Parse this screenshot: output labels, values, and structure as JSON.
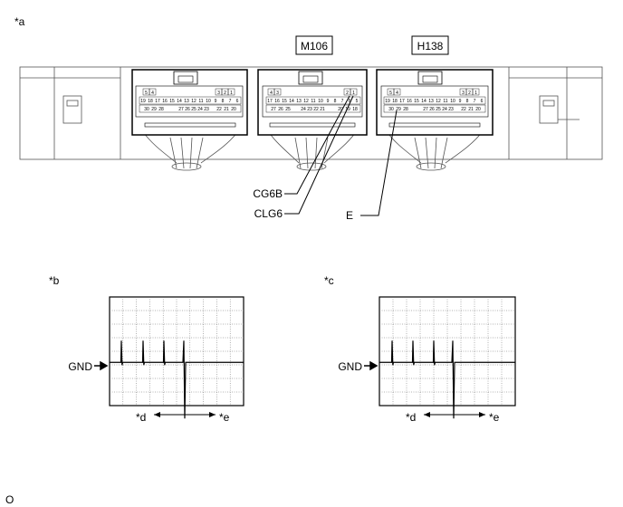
{
  "labels": {
    "a": "*a",
    "b": "*b",
    "c": "*c",
    "d": "*d",
    "e": "*e",
    "footer": "O"
  },
  "connectors": {
    "m106": "M106",
    "h138": "H138"
  },
  "terminals": {
    "cg6b": "CG6B",
    "clg6": "CLG6",
    "e": "E"
  },
  "scope": {
    "gnd": "GND"
  },
  "pins": {
    "left_top_a": [
      "5",
      "4"
    ],
    "left_top_b": [
      "3",
      "2",
      "1"
    ],
    "left_mid": [
      "19",
      "18",
      "17",
      "16",
      "15",
      "14",
      "13",
      "12",
      "11",
      "10",
      "9",
      "8",
      "7",
      "6"
    ],
    "left_bot_a": [
      "30",
      "29",
      "28"
    ],
    "left_bot_b": [
      "27",
      "26",
      "25",
      "24",
      "23"
    ],
    "left_bot_c": [
      "22",
      "21",
      "20"
    ],
    "mid_top_a": [
      "4",
      "3"
    ],
    "mid_top_b": [
      "2",
      "1"
    ],
    "mid_mid": [
      "17",
      "16",
      "15",
      "14",
      "13",
      "12",
      "11",
      "10",
      "9",
      "8",
      "7",
      "6",
      "5"
    ],
    "mid_bot_a": [
      "27",
      "26",
      "25"
    ],
    "mid_bot_b": [
      "24",
      "23",
      "22",
      "21"
    ],
    "mid_bot_c": [
      "20",
      "19",
      "18"
    ],
    "right_top_a": [
      "5",
      "4"
    ],
    "right_top_b": [
      "3",
      "2",
      "1"
    ],
    "right_mid": [
      "19",
      "18",
      "17",
      "16",
      "15",
      "14",
      "13",
      "12",
      "11",
      "10",
      "9",
      "8",
      "7",
      "6"
    ],
    "right_bot_a": [
      "30",
      "29",
      "28"
    ],
    "right_bot_b": [
      "27",
      "26",
      "25",
      "24",
      "23"
    ],
    "right_bot_c": [
      "22",
      "21",
      "20"
    ]
  }
}
